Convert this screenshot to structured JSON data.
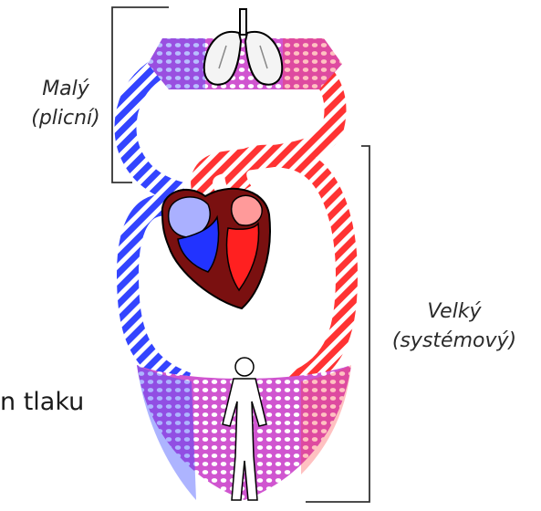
{
  "labels": {
    "pulmonary_name": "Malý",
    "pulmonary_sub": "(plicní)",
    "systemic_name": "Velký",
    "systemic_sub": "(systémový)",
    "partial_text": "n tlaku"
  },
  "colors": {
    "oxygenated": "#ff3333",
    "deoxygenated": "#3344ff",
    "capillary": "#d055d0",
    "heart_wall": "#7a1010",
    "lungs": "#f4f4f4",
    "bracket": "#333333"
  }
}
